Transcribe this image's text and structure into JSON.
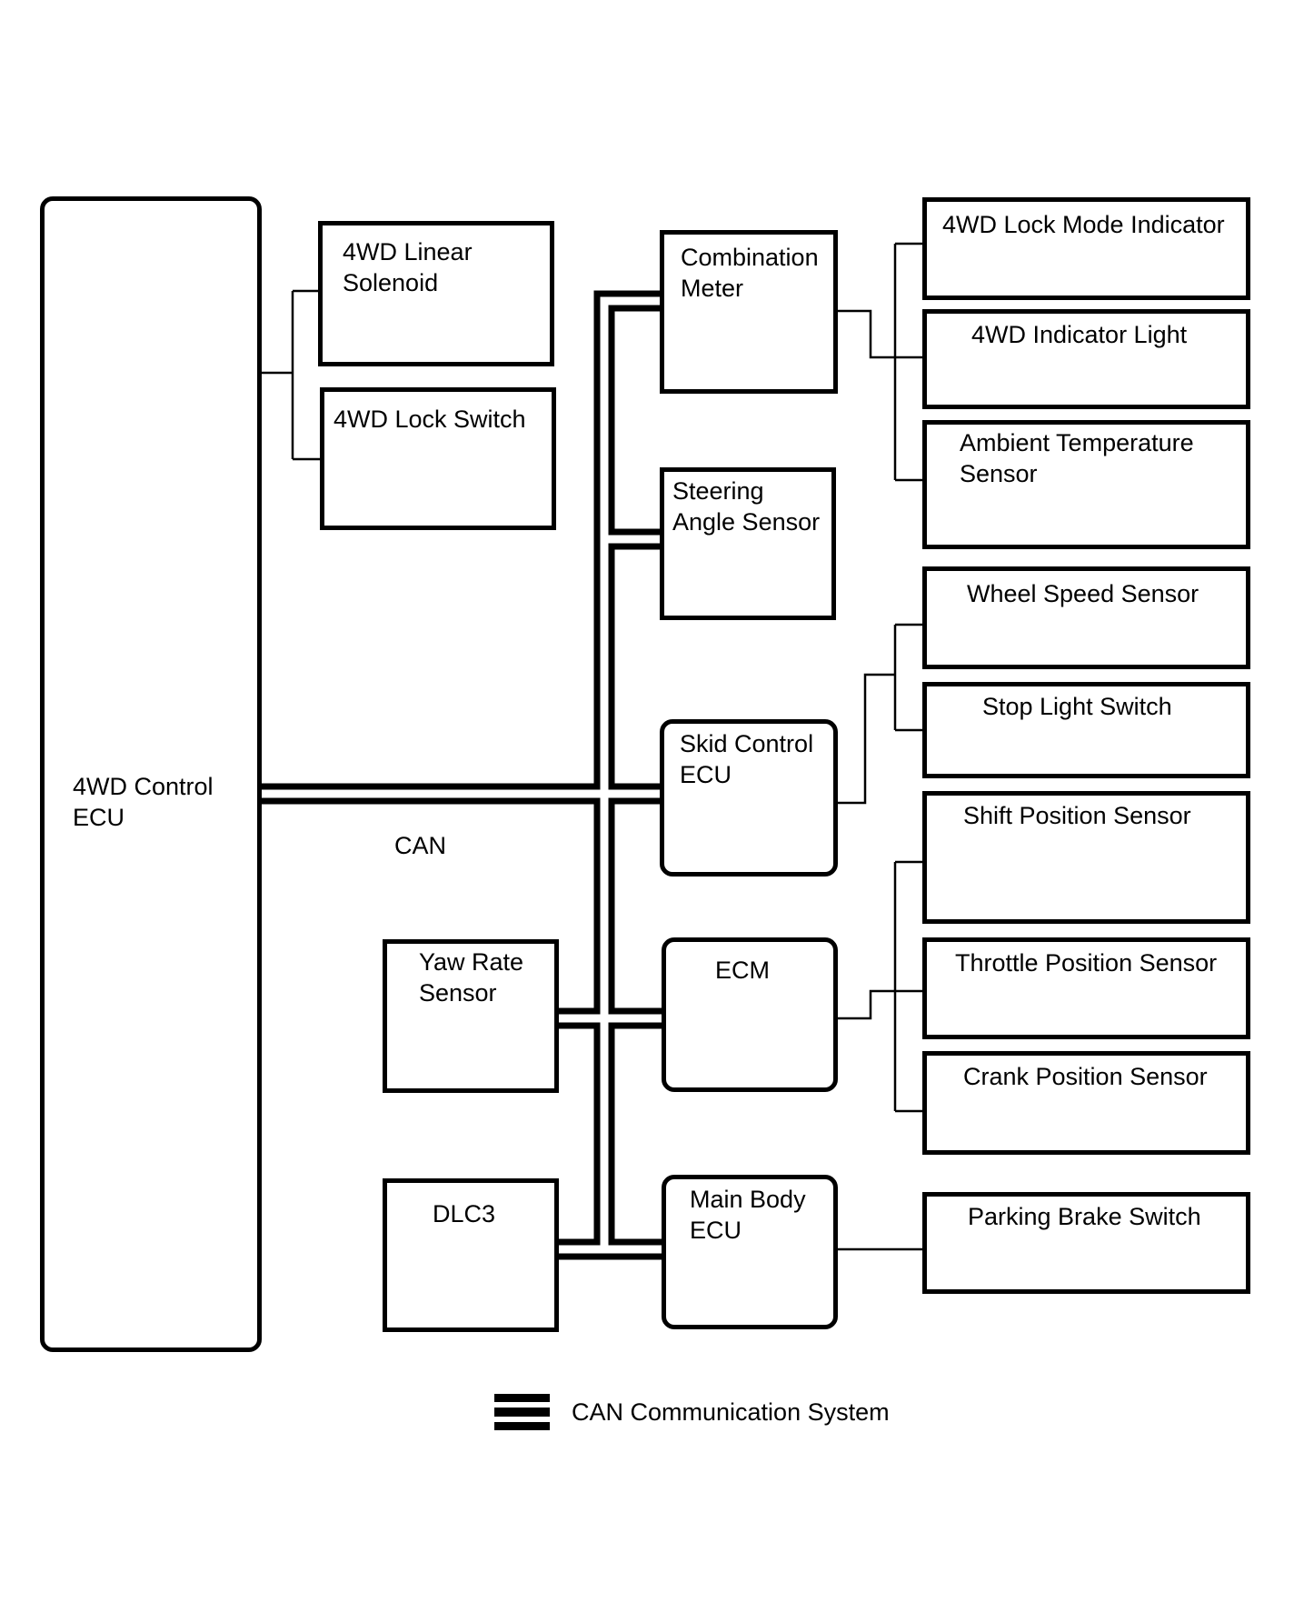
{
  "diagram": {
    "can_label": "CAN",
    "legend_label": "CAN Communication System",
    "boxes": {
      "control_ecu": "4WD Control\nECU",
      "linear_solenoid": "4WD Linear\nSolenoid",
      "lock_switch": "4WD Lock Switch",
      "combination_meter": "Combination\nMeter",
      "steering_angle_sensor": "Steering\nAngle Sensor",
      "skid_control_ecu": "Skid Control\nECU",
      "ecm": "ECM",
      "main_body_ecu": "Main Body\nECU",
      "yaw_rate_sensor": "Yaw Rate\nSensor",
      "dlc3": "DLC3",
      "lock_mode_indicator": "4WD Lock Mode Indicator",
      "indicator_light": "4WD Indicator Light",
      "ambient_temperature_sensor": "Ambient Temperature\nSensor",
      "wheel_speed_sensor": "Wheel Speed Sensor",
      "stop_light_switch": "Stop Light Switch",
      "shift_position_sensor": "Shift Position Sensor",
      "throttle_position_sensor": "Throttle Position Sensor",
      "crank_position_sensor": "Crank Position Sensor",
      "parking_brake_switch": "Parking Brake Switch"
    }
  }
}
